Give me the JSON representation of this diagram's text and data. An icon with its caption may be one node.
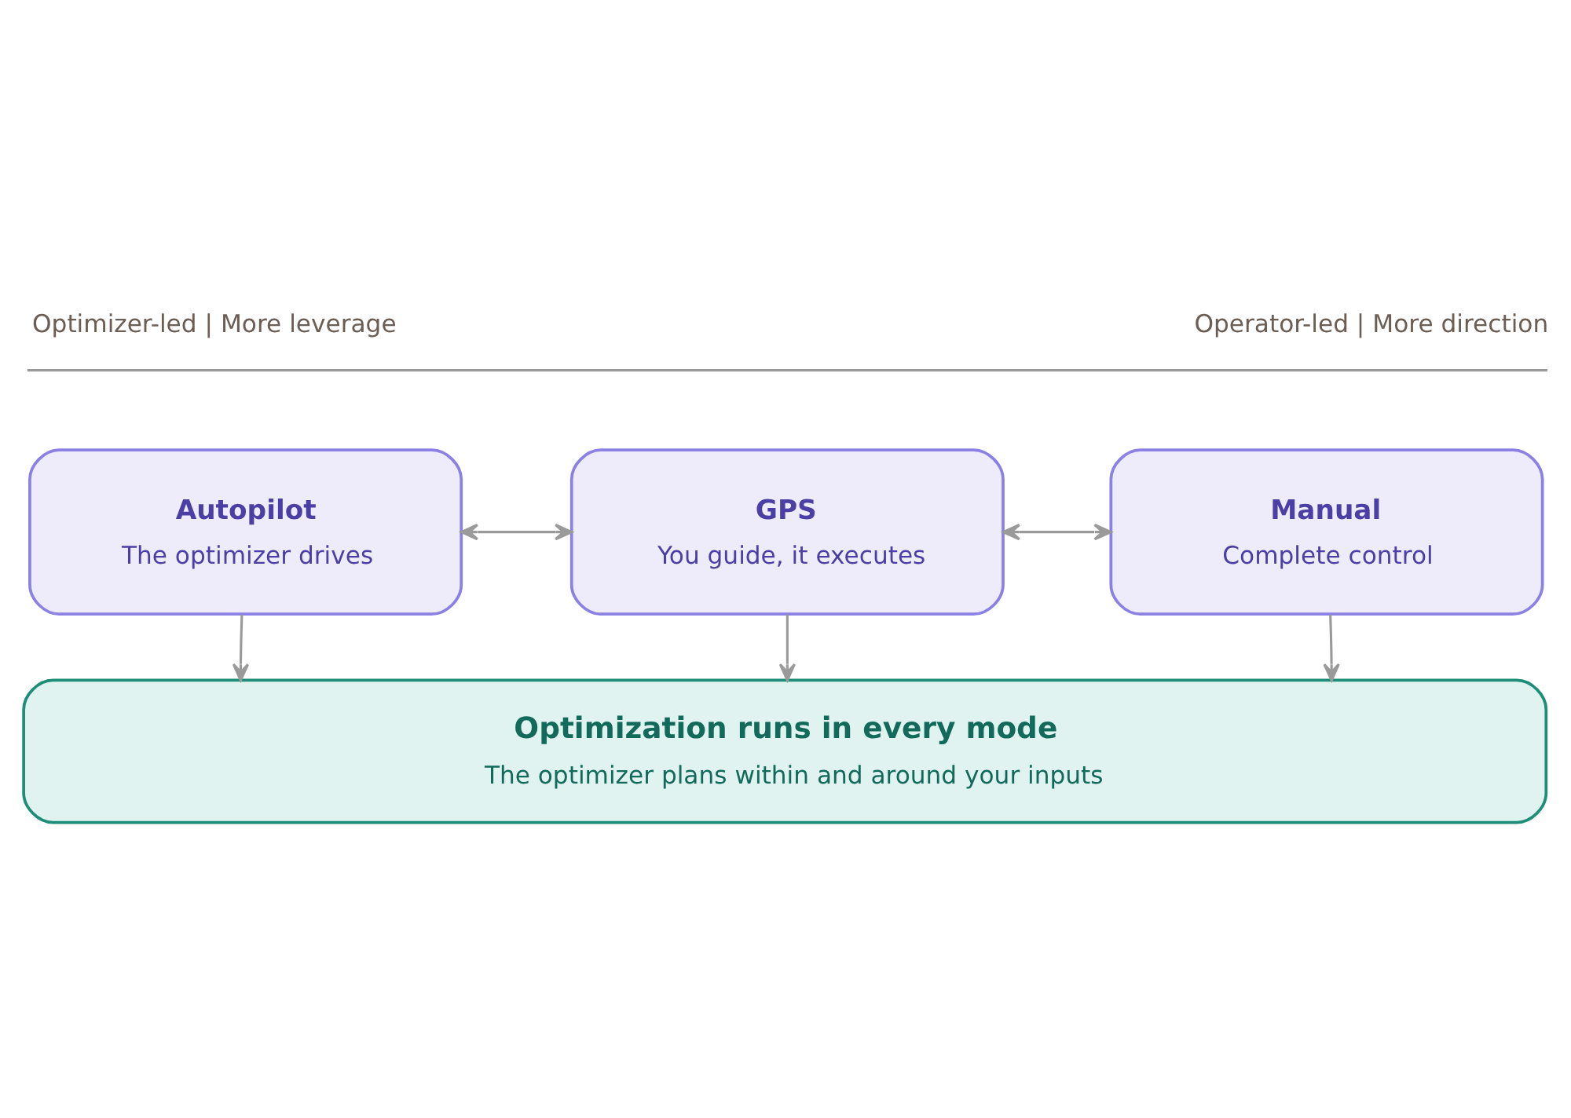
{
  "diagram": {
    "nodes": [
      {
        "text": [
          "Autopilot",
          "The optimizer drives"
        ]
      },
      {
        "text": [
          "GPS",
          "You guide, it executes"
        ]
      },
      {
        "text": [
          "Manual",
          "Complete control"
        ]
      },
      {
        "text": [
          "Optimization runs in every mode",
          "The optimizer plans within and around your inputs"
        ]
      }
    ],
    "edges": [
      {
        "from": 0,
        "to": 1,
        "arrow": "both"
      },
      {
        "from": 1,
        "to": 2,
        "arrow": "both"
      },
      {
        "from": 0,
        "to": 3,
        "arrow": "to"
      },
      {
        "from": 1,
        "to": 3,
        "arrow": "to"
      },
      {
        "from": 2,
        "to": 3,
        "arrow": "to"
      }
    ],
    "labels": [
      "Optimizer-led | More leverage",
      "Operator-led | More direction"
    ]
  }
}
